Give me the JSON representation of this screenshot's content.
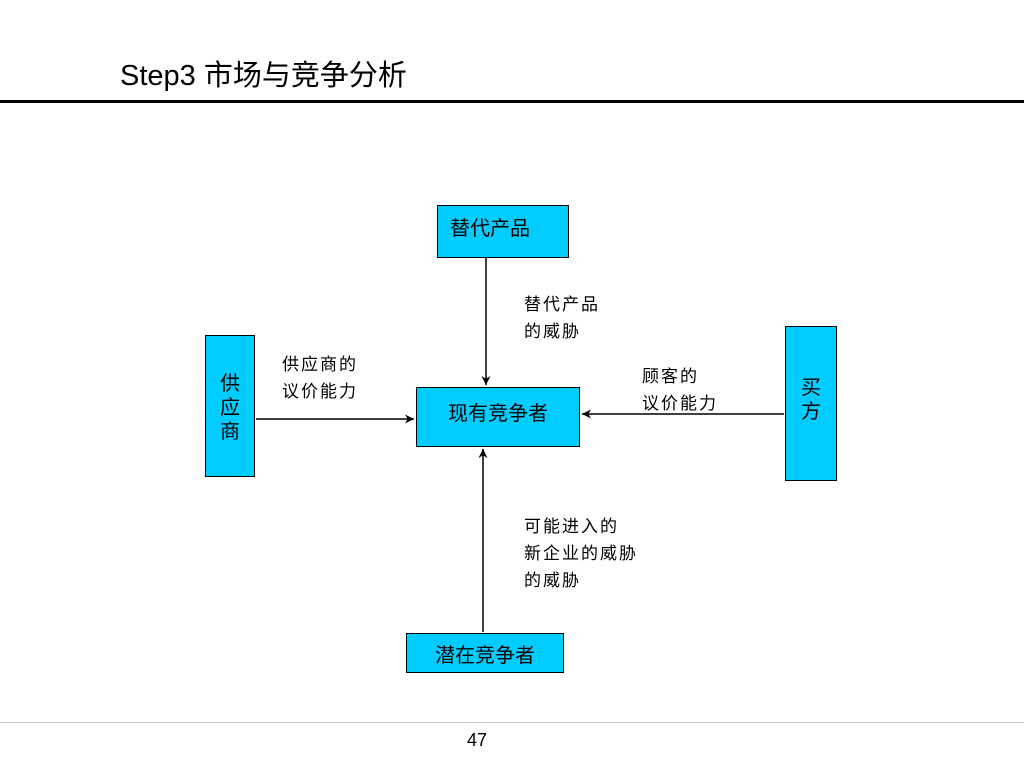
{
  "slide": {
    "title": "Step3 市场与竞争分析",
    "page_number": "47"
  },
  "diagram": {
    "nodes": {
      "substitutes": "替代产品",
      "current_competitors": "现有竞争者",
      "potential_competitors": "潜在竞争者",
      "suppliers": "供应商",
      "buyers": "买方"
    },
    "edge_labels": {
      "substitutes_threat": "替代产品\n的威胁",
      "supplier_power": "供应商的\n议价能力",
      "buyer_power": "顾客的\n议价能力",
      "new_entrant_threat": "可能进入的\n新企业的威胁\n的威胁"
    }
  },
  "colors": {
    "box_fill": "#00ccff",
    "line": "#000000"
  }
}
